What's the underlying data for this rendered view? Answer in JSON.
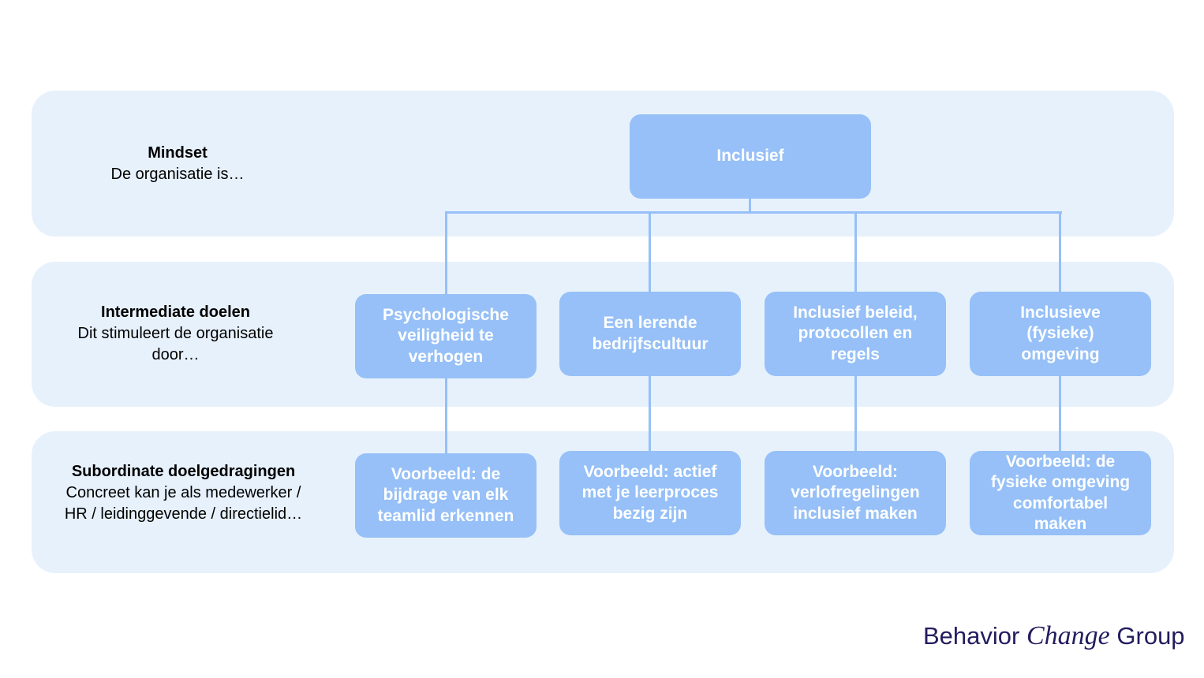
{
  "levels": {
    "mindset": {
      "title": "Mindset",
      "subtitle": "De organisatie is…"
    },
    "intermediate": {
      "title": "Intermediate doelen",
      "subtitle_line1": "Dit stimuleert de organisatie",
      "subtitle_line2": "door…"
    },
    "subordinate": {
      "title": "Subordinate doelgedragingen",
      "subtitle_line1": "Concreet kan je als medewerker /",
      "subtitle_line2": "HR / leidinggevende / directielid…"
    }
  },
  "root": {
    "label": "Inclusief"
  },
  "goals": [
    {
      "line1": "Psychologische",
      "line2": "veiligheid te",
      "line3": "verhogen"
    },
    {
      "line1": "Een lerende",
      "line2": "bedrijfscultuur"
    },
    {
      "line1": "Inclusief beleid,",
      "line2": "protocollen en",
      "line3": "regels"
    },
    {
      "line1": "Inclusieve",
      "line2": "(fysieke)",
      "line3": "omgeving"
    }
  ],
  "behaviors": [
    {
      "line1": "Voorbeeld: de",
      "line2": "bijdrage van elk",
      "line3": "teamlid erkennen"
    },
    {
      "line1": "Voorbeeld: actief",
      "line2": "met je leerproces",
      "line3": "bezig zijn"
    },
    {
      "line1": "Voorbeeld:",
      "line2": "verlofregelingen",
      "line3": "inclusief maken"
    },
    {
      "line1": "Voorbeeld: de",
      "line2": "fysieke omgeving",
      "line3": "comfortabel",
      "line4": "maken"
    }
  ],
  "logo": {
    "part1": "Behavior",
    "part2": "Change",
    "part3": "Group"
  },
  "colors": {
    "band": "#e7f1fc",
    "box": "#96c0f7",
    "box_text": "#ffffff",
    "logo": "#231c5e"
  }
}
